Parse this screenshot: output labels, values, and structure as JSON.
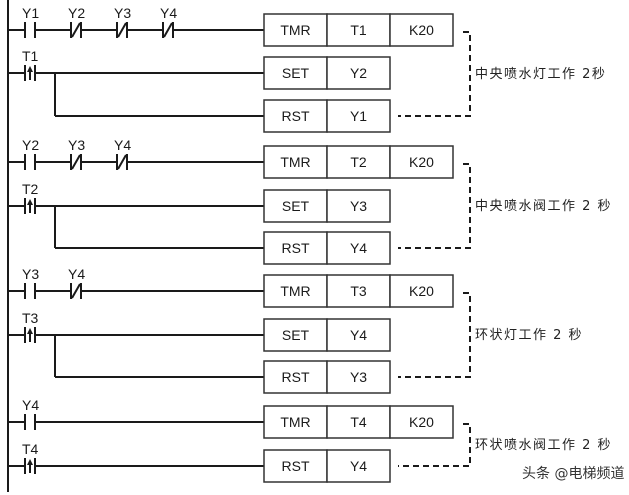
{
  "rungs": [
    {
      "contacts": [
        {
          "label": "Y1",
          "type": "NO"
        },
        {
          "label": "Y2",
          "type": "NC"
        },
        {
          "label": "Y3",
          "type": "NC"
        },
        {
          "label": "Y4",
          "type": "NC"
        }
      ],
      "instruction": [
        "TMR",
        "T1",
        "K20"
      ]
    },
    {
      "contacts": [
        {
          "label": "T1",
          "type": "P"
        }
      ],
      "instruction": [
        "SET",
        "Y2"
      ],
      "branch": [
        "RST",
        "Y1"
      ]
    },
    {
      "contacts": [
        {
          "label": "Y2",
          "type": "NO"
        },
        {
          "label": "Y3",
          "type": "NC"
        },
        {
          "label": "Y4",
          "type": "NC"
        }
      ],
      "instruction": [
        "TMR",
        "T2",
        "K20"
      ]
    },
    {
      "contacts": [
        {
          "label": "T2",
          "type": "P"
        }
      ],
      "instruction": [
        "SET",
        "Y3"
      ],
      "branch": [
        "RST",
        "Y4"
      ]
    },
    {
      "contacts": [
        {
          "label": "Y3",
          "type": "NO"
        },
        {
          "label": "Y4",
          "type": "NC"
        }
      ],
      "instruction": [
        "TMR",
        "T3",
        "K20"
      ]
    },
    {
      "contacts": [
        {
          "label": "T3",
          "type": "P"
        }
      ],
      "instruction": [
        "SET",
        "Y4"
      ],
      "branch": [
        "RST",
        "Y3"
      ]
    },
    {
      "contacts": [
        {
          "label": "Y4",
          "type": "NO"
        }
      ],
      "instruction": [
        "TMR",
        "T4",
        "K20"
      ]
    },
    {
      "contacts": [
        {
          "label": "T4",
          "type": "P"
        }
      ],
      "instruction": [
        "RST",
        "Y4"
      ]
    }
  ],
  "annotations": [
    "中央喷水灯工作 2秒",
    "中央喷水阀工作 2 秒",
    "环状灯工作 2 秒",
    "环状喷水阀工作 2 秒"
  ],
  "watermark": "头条 @电梯频道"
}
